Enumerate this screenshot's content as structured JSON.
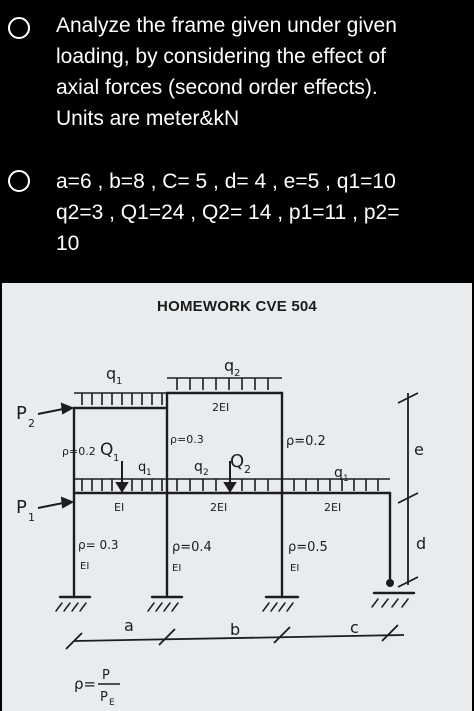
{
  "problem": {
    "statement": "Analyze the frame given under given\nloading, by considering the effect of\naxial forces (second order effects).\nUnits are meter&kN",
    "values": "a=6 ,  b=8 , C= 5 , d= 4 , e=5 , q1=10\nq2=3 , Q1=24 , Q2= 14 , p1=11 , p2=\n10"
  },
  "figure": {
    "title": "HOMEWORK CVE 504",
    "labels": {
      "P2": "P",
      "P2_sub": "2",
      "P1": "P",
      "P1_sub": "1",
      "q1_top": "q",
      "q1_top_sub": "1",
      "q2_top": "q",
      "q2_top_sub": "2",
      "beam_top_EI": "2EI",
      "rho_col1_upper": "ρ=0.2",
      "rho_col2_upper": "ρ=0.3",
      "rho_col3_upper": "ρ=0.2",
      "Q1": "Q",
      "Q1_sub": "1",
      "q1_mid": "q",
      "q1_mid_sub": "1",
      "q2_mid": "q",
      "q2_mid_sub": "2",
      "Q2": "Q",
      "Q2_sub": "2",
      "q1_right": "q",
      "q1_right_sub": "1",
      "beam1_EI": "EI",
      "beam2_EI": "2EI",
      "beam3_EI": "2EI",
      "rho_col1_lower": "ρ= 0.3",
      "rho_col2_lower": "ρ=0.4",
      "rho_col3_lower": "ρ=0.5",
      "col1_EI": "EI",
      "col2_EI": "EI",
      "col3_EI": "EI",
      "dim_a": "a",
      "dim_b": "b",
      "dim_c": "c",
      "dim_d": "d",
      "dim_e": "e",
      "formula_lhs": "ρ=",
      "formula_num": "P",
      "formula_den": "P",
      "formula_den_sub": "E"
    }
  },
  "colors": {
    "background": "#000000",
    "text": "#ffffff",
    "paper": "#e9ecee",
    "ink": "#1c1c22"
  }
}
